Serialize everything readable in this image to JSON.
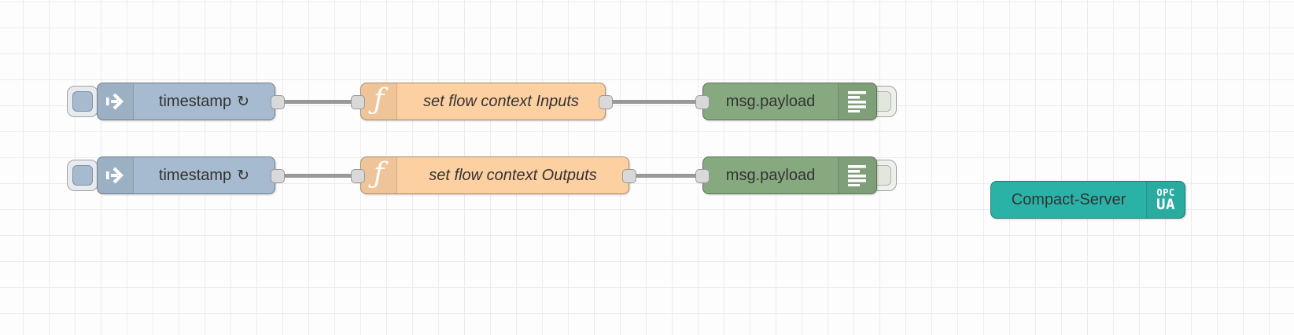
{
  "canvas": {
    "background": "#fdfdfd",
    "grid_line_color": "#ececec"
  },
  "colors": {
    "inject_node": "#a6bbcf",
    "function_node": "#fdd0a2",
    "debug_node": "#87a980",
    "opcua_node": "#2bb2a7",
    "wire": "#999999",
    "port_fill": "#d9d9d9",
    "label_text": "#333333"
  },
  "nodes": {
    "inject_top": {
      "label": "timestamp",
      "repeat_glyph": "↻"
    },
    "inject_bottom": {
      "label": "timestamp",
      "repeat_glyph": "↻"
    },
    "function_top": {
      "label": "set flow context Inputs",
      "icon_glyph": "ƒ"
    },
    "function_bottom": {
      "label": "set flow context Outputs",
      "icon_glyph": "ƒ"
    },
    "debug_top": {
      "label": "msg.payload"
    },
    "debug_bottom": {
      "label": "msg.payload"
    },
    "opcua_server": {
      "label": "Compact-Server",
      "badge_line1": "OPC",
      "badge_line2": "UA"
    }
  }
}
